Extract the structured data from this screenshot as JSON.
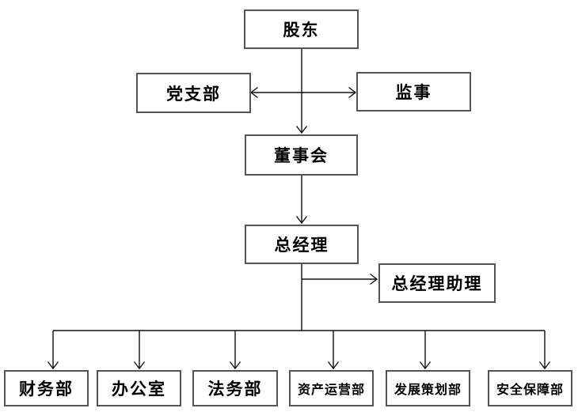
{
  "diagram": {
    "type": "org-chart",
    "background_color": "#ffffff",
    "line_color": "#111111",
    "box_border_color": "#545454",
    "text_color": "#000000",
    "nodes": {
      "shareholders": {
        "label": "股东"
      },
      "party_branch": {
        "label": "党支部"
      },
      "supervisor": {
        "label": "监事"
      },
      "board": {
        "label": "董事会"
      },
      "general_manager": {
        "label": "总经理"
      },
      "gm_assistant": {
        "label": "总经理助理"
      },
      "finance": {
        "label": "财务部"
      },
      "office": {
        "label": "办公室"
      },
      "legal": {
        "label": "法务部"
      },
      "asset_ops": {
        "label": "资产运营部"
      },
      "dev_planning": {
        "label": "发展策划部"
      },
      "security": {
        "label": "安全保障部"
      }
    },
    "edges": [
      {
        "from": "shareholders",
        "to": "board",
        "arrow": "to"
      },
      {
        "from": "party_branch",
        "to": "supervisor",
        "arrow": "both"
      },
      {
        "from": "board",
        "to": "general_manager",
        "arrow": "to"
      },
      {
        "from": "general_manager",
        "to": "gm_assistant",
        "arrow": "to"
      },
      {
        "from": "general_manager",
        "to": "finance",
        "arrow": "to"
      },
      {
        "from": "general_manager",
        "to": "office",
        "arrow": "to"
      },
      {
        "from": "general_manager",
        "to": "legal",
        "arrow": "to"
      },
      {
        "from": "general_manager",
        "to": "asset_ops",
        "arrow": "to"
      },
      {
        "from": "general_manager",
        "to": "dev_planning",
        "arrow": "to"
      },
      {
        "from": "general_manager",
        "to": "security",
        "arrow": "to"
      }
    ]
  }
}
